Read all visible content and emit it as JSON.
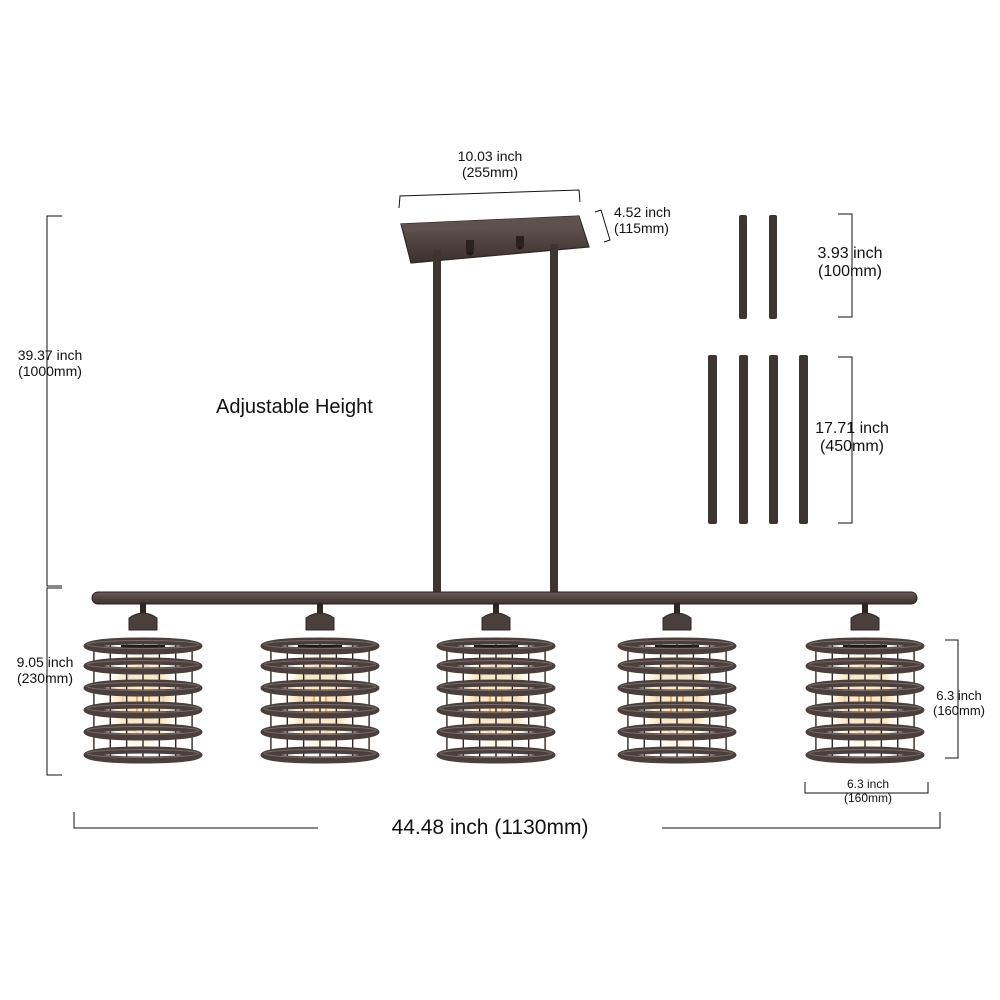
{
  "colors": {
    "metal": "#4a3f3c",
    "metal_dark": "#2f2725",
    "dim_line": "#111111",
    "bulb_glow": "#f3c36b"
  },
  "annotations": {
    "canopy_width": {
      "inch": "10.03 inch",
      "mm": "(255mm)"
    },
    "canopy_depth": {
      "inch": "4.52 inch",
      "mm": "(115mm)"
    },
    "short_rod": {
      "inch": "3.93 inch",
      "mm": "(100mm)"
    },
    "long_rod": {
      "inch": "17.71 inch",
      "mm": "(450mm)"
    },
    "total_height": {
      "inch": "39.37 inch",
      "mm": "(1000mm)"
    },
    "shade_height": {
      "inch": "9.05 inch",
      "mm": "(230mm)"
    },
    "cage_height": {
      "inch": "6.3 inch",
      "mm": "(160mm)"
    },
    "cage_width": {
      "inch": "6.3 inch",
      "mm": "(160mm)"
    },
    "total_length": "44.48 inch (1130mm)",
    "adjustable": "Adjustable Height"
  },
  "fixture": {
    "shade_count": 5,
    "extra_rods_short": 2,
    "extra_rods_long": 4
  }
}
